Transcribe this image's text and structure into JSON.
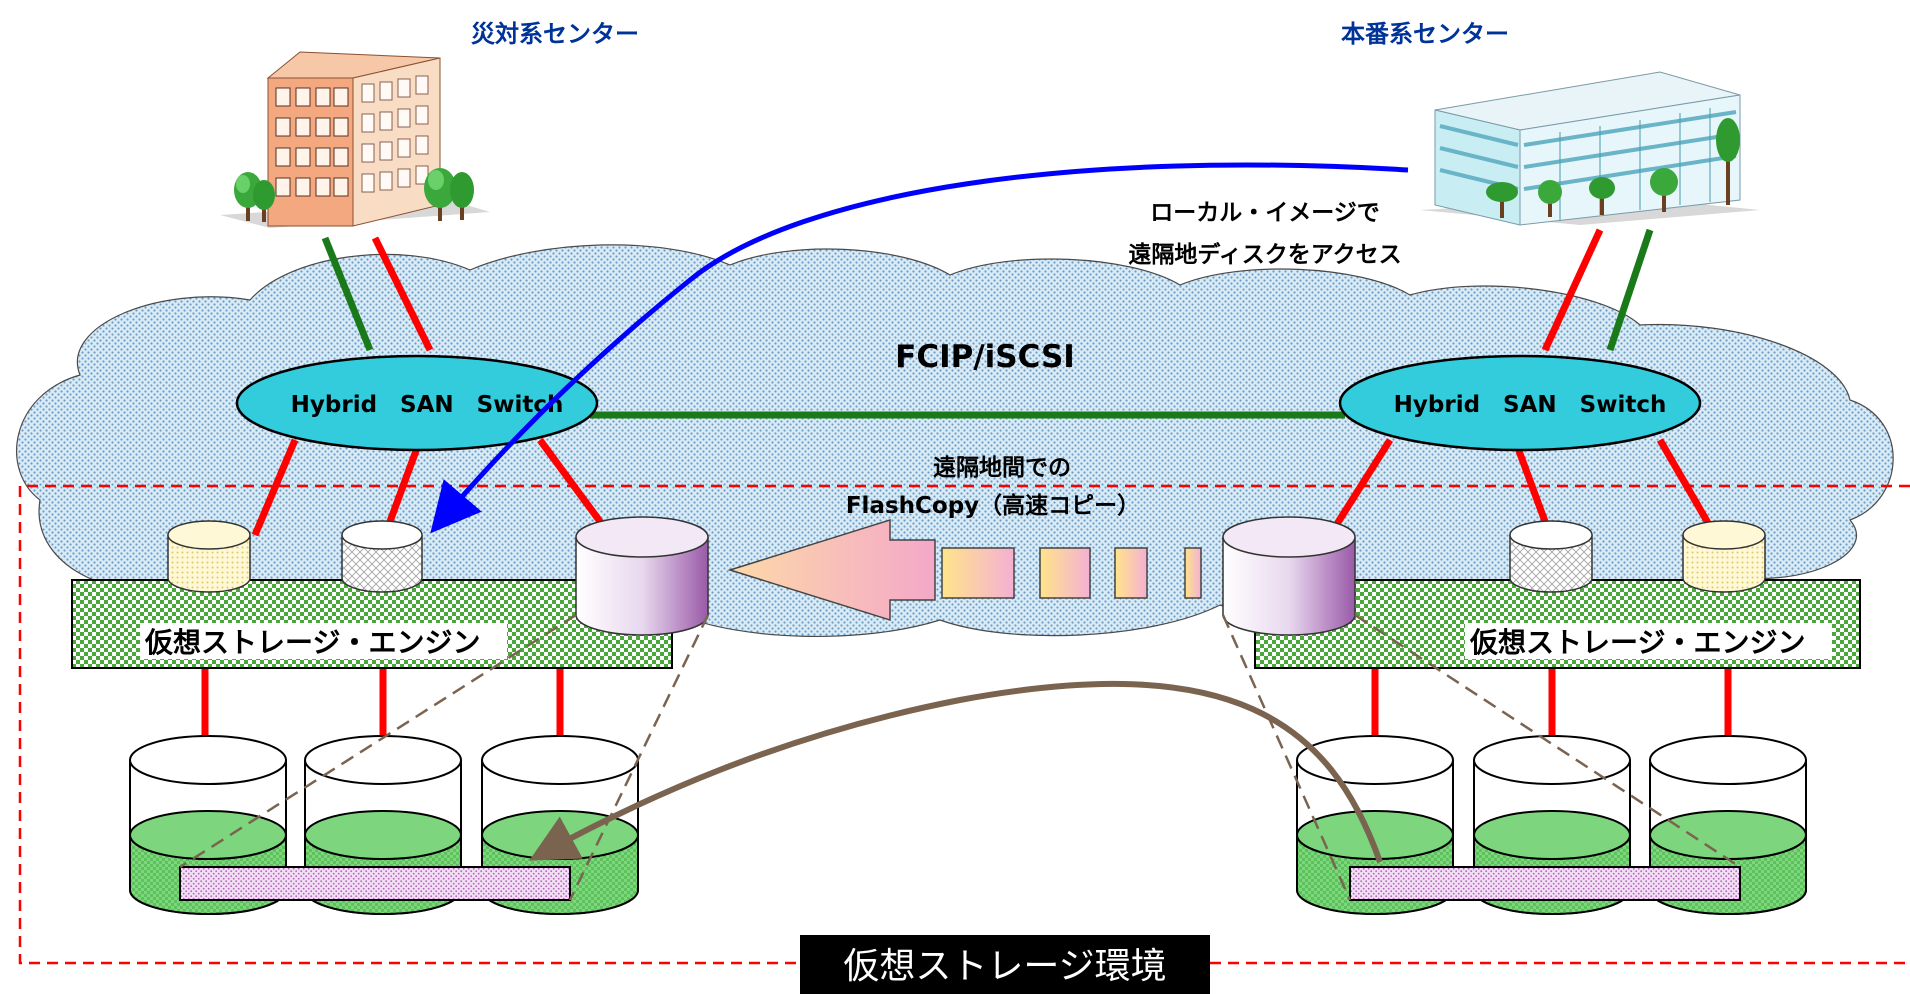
{
  "sites": {
    "left_title": "災対系センター",
    "right_title": "本番系センター"
  },
  "network": {
    "label": "FCIP/iSCSI",
    "left_switch_label": "Hybrid　SAN　Switch",
    "right_switch_label": "Hybrid　SAN　Switch"
  },
  "annotations": {
    "remote_access_line1": "ローカル・イメージで",
    "remote_access_line2": "遠隔地ディスクをアクセス",
    "flashcopy_line1": "遠隔地間での",
    "flashcopy_line2": "FlashCopy（高速コピー）"
  },
  "engines": {
    "left_label": "仮想ストレージ・エンジン",
    "right_label": "仮想ストレージ・エンジン"
  },
  "environment": {
    "label": "仮想ストレージ環境"
  },
  "colors": {
    "title_blue": "#003399",
    "link_red": "#ff0000",
    "link_green": "#1a7a1a",
    "switch_fill": "#33ccdd",
    "cloud_fill": "#cfe3f2",
    "engine_fill": "#59b33f",
    "disk_liquid": "#7dd67d",
    "virtual_bar": "#e8c8ee",
    "access_arrow": "#0000ff",
    "copy_arrow": "#7a6450",
    "env_border": "#ff0000"
  }
}
